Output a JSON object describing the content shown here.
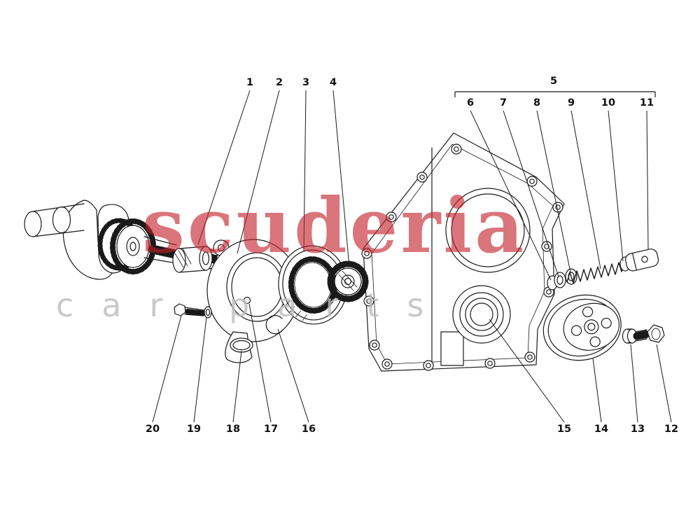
{
  "watermark": {
    "primary": "scuderia",
    "secondary": "car parts",
    "primary_color": "#c4212a",
    "secondary_color": "#bcbcbc"
  },
  "diagram": {
    "line_color": "#1a1a1a",
    "background_color": "#ffffff"
  },
  "callouts": [
    {
      "label": "1"
    },
    {
      "label": "2"
    },
    {
      "label": "3"
    },
    {
      "label": "4"
    },
    {
      "label": "5"
    },
    {
      "label": "6"
    },
    {
      "label": "7"
    },
    {
      "label": "8"
    },
    {
      "label": "9"
    },
    {
      "label": "10"
    },
    {
      "label": "11"
    },
    {
      "label": "12"
    },
    {
      "label": "13"
    },
    {
      "label": "14"
    },
    {
      "label": "15"
    },
    {
      "label": "16"
    },
    {
      "label": "17"
    },
    {
      "label": "18"
    },
    {
      "label": "19"
    },
    {
      "label": "20"
    }
  ]
}
